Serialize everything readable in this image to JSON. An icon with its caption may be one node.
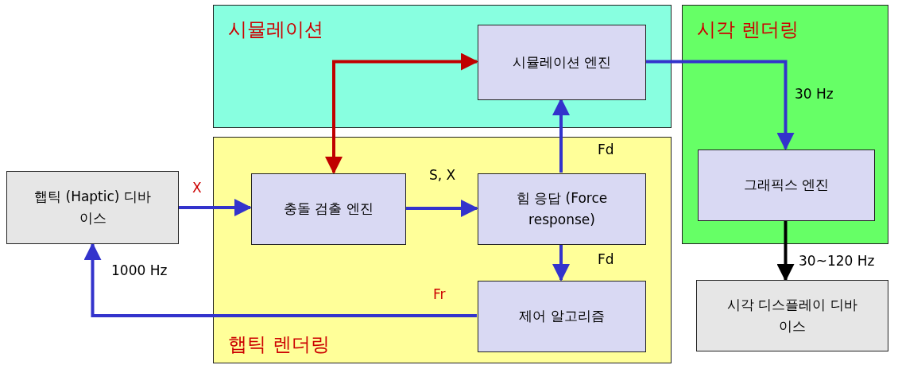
{
  "diagram": {
    "nodes": [
      {
        "text": [
          "시뮬레이션"
        ]
      },
      {
        "text": [
          "시뮬레이션 엔진"
        ],
        "in": 0
      },
      {
        "text": [
          "시각 렌더링"
        ]
      },
      {
        "text": [
          "그래픽스 엔진"
        ],
        "in": 2
      },
      {
        "text": [
          "햅틱 렌더링"
        ]
      },
      {
        "text": [
          "햅틱 (Haptic) 디바이스"
        ]
      },
      {
        "text": [
          "충돌 검출 엔진"
        ],
        "in": 4
      },
      {
        "text": [
          "힘 응답 (Force response)"
        ],
        "in": 4
      },
      {
        "text": [
          "제어 알고리즘"
        ],
        "in": 4
      },
      {
        "text": [
          "시각 디스플레이 디바이스"
        ]
      }
    ],
    "edges": [
      {
        "from": 5,
        "to": 6,
        "arrow": "to",
        "label": "X"
      },
      {
        "from": 6,
        "to": 7,
        "arrow": "to",
        "label": "S, X"
      },
      {
        "from": 7,
        "to": 1,
        "arrow": "to",
        "label": "Fd"
      },
      {
        "from": 7,
        "to": 8,
        "arrow": "to",
        "label": "Fd"
      },
      {
        "from": 8,
        "to": 5,
        "arrow": "to",
        "label": "Fr"
      },
      {
        "from": 1,
        "to": 3,
        "arrow": "to",
        "label": "30 Hz"
      },
      {
        "from": 3,
        "to": 9,
        "arrow": "to",
        "label": "30~120 Hz",
        "color": "#000000"
      },
      {
        "from": 6,
        "to": 1,
        "arrow": "both",
        "color": "#c00000"
      }
    ],
    "labels": [
      "1000 Hz"
    ]
  }
}
